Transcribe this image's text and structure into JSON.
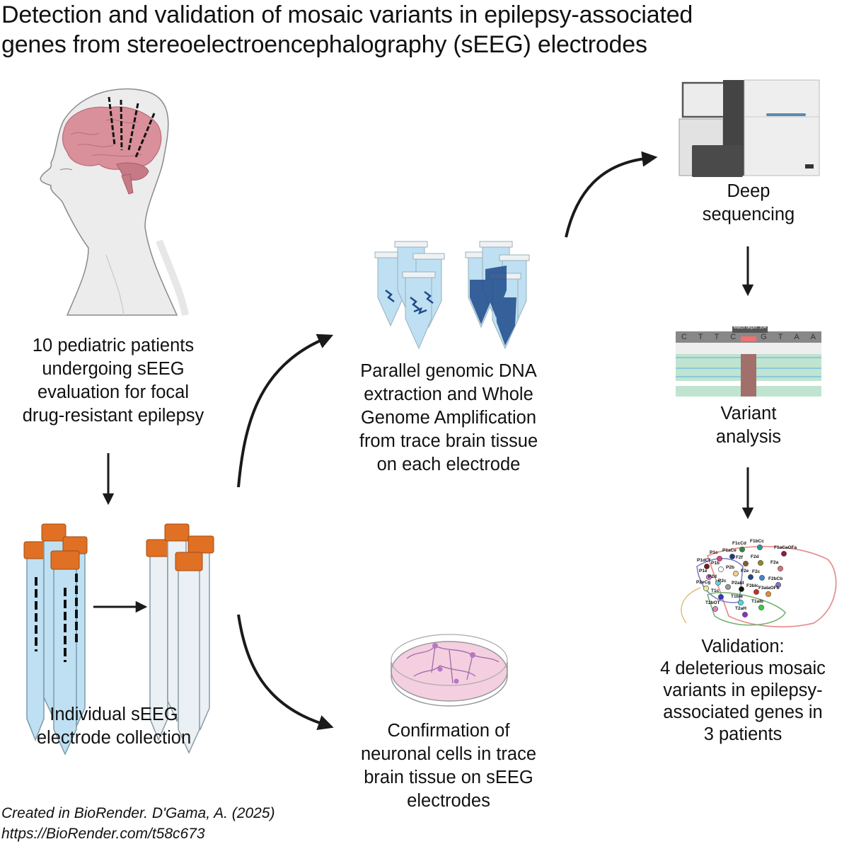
{
  "title": {
    "line1": "Detection and validation of  mosaic variants in epilepsy-associated",
    "line2": "genes from stereoelectroencephalography (sEEG) electrodes"
  },
  "steps": {
    "patients": {
      "lines": [
        "10 pediatric patients",
        "undergoing sEEG",
        "evaluation for focal",
        "drug-resistant epilepsy"
      ]
    },
    "collection": {
      "lines": [
        "Individual sEEG",
        "electrode collection"
      ]
    },
    "extraction": {
      "lines": [
        "Parallel genomic DNA",
        "extraction and Whole",
        "Genome Amplification",
        "from trace brain tissue",
        "on each electrode"
      ]
    },
    "confirmation": {
      "lines": [
        "Confirmation of",
        "neuronal cells in trace",
        "brain tissue on sEEG",
        "electrodes"
      ]
    },
    "sequencing": {
      "lines": [
        "Deep",
        "sequencing"
      ]
    },
    "variant": {
      "lines": [
        "Variant",
        "analysis"
      ],
      "read_tooltip": "Match depth: 304",
      "bases": [
        "C",
        "T",
        "T",
        "C",
        "",
        "G",
        "T",
        "A",
        "A"
      ]
    },
    "validation": {
      "lines": [
        "Validation:",
        "4 deleterious mosaic",
        "variants in epilepsy-",
        "associated genes in",
        "3 patients"
      ],
      "electrodes": [
        {
          "label": "F1cCd",
          "color": "#2e8b3e"
        },
        {
          "label": "F1bCc",
          "color": "#2a9b9b"
        },
        {
          "label": "P1aCe",
          "color": "#1e3a8a"
        },
        {
          "label": "F1aCaOFa",
          "color": "#8b1a4a"
        },
        {
          "label": "P1c",
          "color": "#e0417a"
        },
        {
          "label": "P1dCf",
          "color": "#7a1a1a"
        },
        {
          "label": "F2f",
          "color": "#8b5a2b"
        },
        {
          "label": "F2d",
          "color": "#8b8b1e"
        },
        {
          "label": "P1b",
          "color": "#ffffff"
        },
        {
          "label": "F2a",
          "color": "#e07070"
        },
        {
          "label": "P1e",
          "color": "#d070d0"
        },
        {
          "label": "P2b",
          "color": "#f0d090"
        },
        {
          "label": "F2e",
          "color": "#1e4a8a"
        },
        {
          "label": "F2c",
          "color": "#3a8ad0"
        },
        {
          "label": "P2d",
          "color": "#6ad0e0"
        },
        {
          "label": "F2bCb",
          "color": "#8a70d0"
        },
        {
          "label": "P2eCg",
          "color": "#e0f0a0"
        },
        {
          "label": "P2c",
          "color": "#999999"
        },
        {
          "label": "P2aId",
          "color": "#111111"
        },
        {
          "label": "F3bIc",
          "color": "#d02a2a"
        },
        {
          "label": "F3aIaOFb",
          "color": "#e09030"
        },
        {
          "label": "T1c",
          "color": "#2a3ad0"
        },
        {
          "label": "T1bIe",
          "color": "#40e0e0"
        },
        {
          "label": "T1aIb",
          "color": "#30d040"
        },
        {
          "label": "T2bOT",
          "color": "#e080c0"
        },
        {
          "label": "T2aH",
          "color": "#8a30c0"
        }
      ]
    }
  },
  "credit": {
    "line1": "Created in BioRender. D'Gama, A. (2025)",
    "line2": "https://BioRender.com/t58c673"
  },
  "colors": {
    "brain": "#d9909a",
    "cap": "#e07024",
    "tube_fluid": "#bfe0f2",
    "dna": "#1e4a8a",
    "dish": "#f4cfe0",
    "neuron": "#a06aa8",
    "arrow": "#1a1a1a"
  }
}
